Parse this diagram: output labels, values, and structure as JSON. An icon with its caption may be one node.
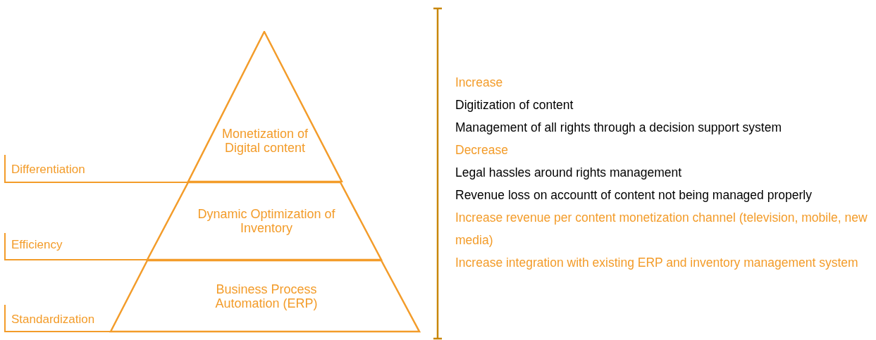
{
  "diagram": {
    "nodes": [
      {
        "text": [
          "Monetization of Digital content"
        ]
      },
      {
        "text": [
          "Dynamic Optimization of Inventory"
        ]
      },
      {
        "text": [
          "Business Process Automation (ERP)"
        ]
      }
    ],
    "labels": [
      "Differentiation",
      "Efficiency",
      "Standardization",
      "Increase",
      "Digitization of content",
      "Management of all rights through a decision support system",
      "Decrease",
      "Legal hassles around rights management",
      "Revenue loss on accountt of content not being managed properly",
      "Increase revenue per content monetization channel (television, mobile, new media)",
      "Increase integration with existing ERP and inventory management system"
    ]
  }
}
